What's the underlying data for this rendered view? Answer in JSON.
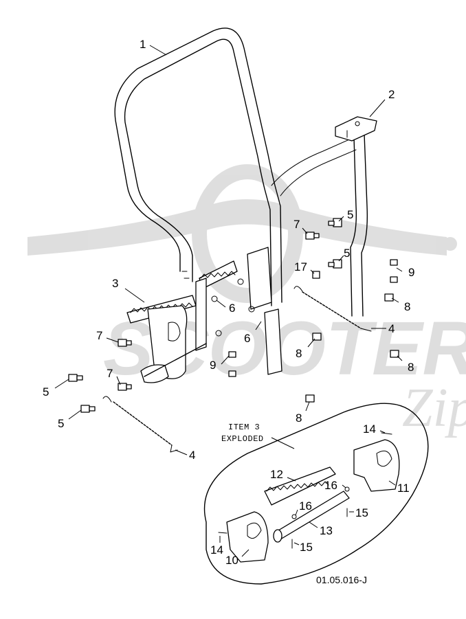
{
  "diagram": {
    "note_line1": "ITEM 3",
    "note_line2": "EXPLODED",
    "drawing_ref": "01.05.016-J",
    "watermark_text": "SCOOTER",
    "watermark_text2": "Zip",
    "callouts": [
      "1",
      "2",
      "3",
      "4",
      "4",
      "5",
      "5",
      "5",
      "5",
      "6",
      "6",
      "7",
      "7",
      "7",
      "8",
      "8",
      "8",
      "8",
      "9",
      "9",
      "10",
      "11",
      "12",
      "13",
      "14",
      "14",
      "15",
      "15",
      "16",
      "16",
      "17"
    ]
  }
}
